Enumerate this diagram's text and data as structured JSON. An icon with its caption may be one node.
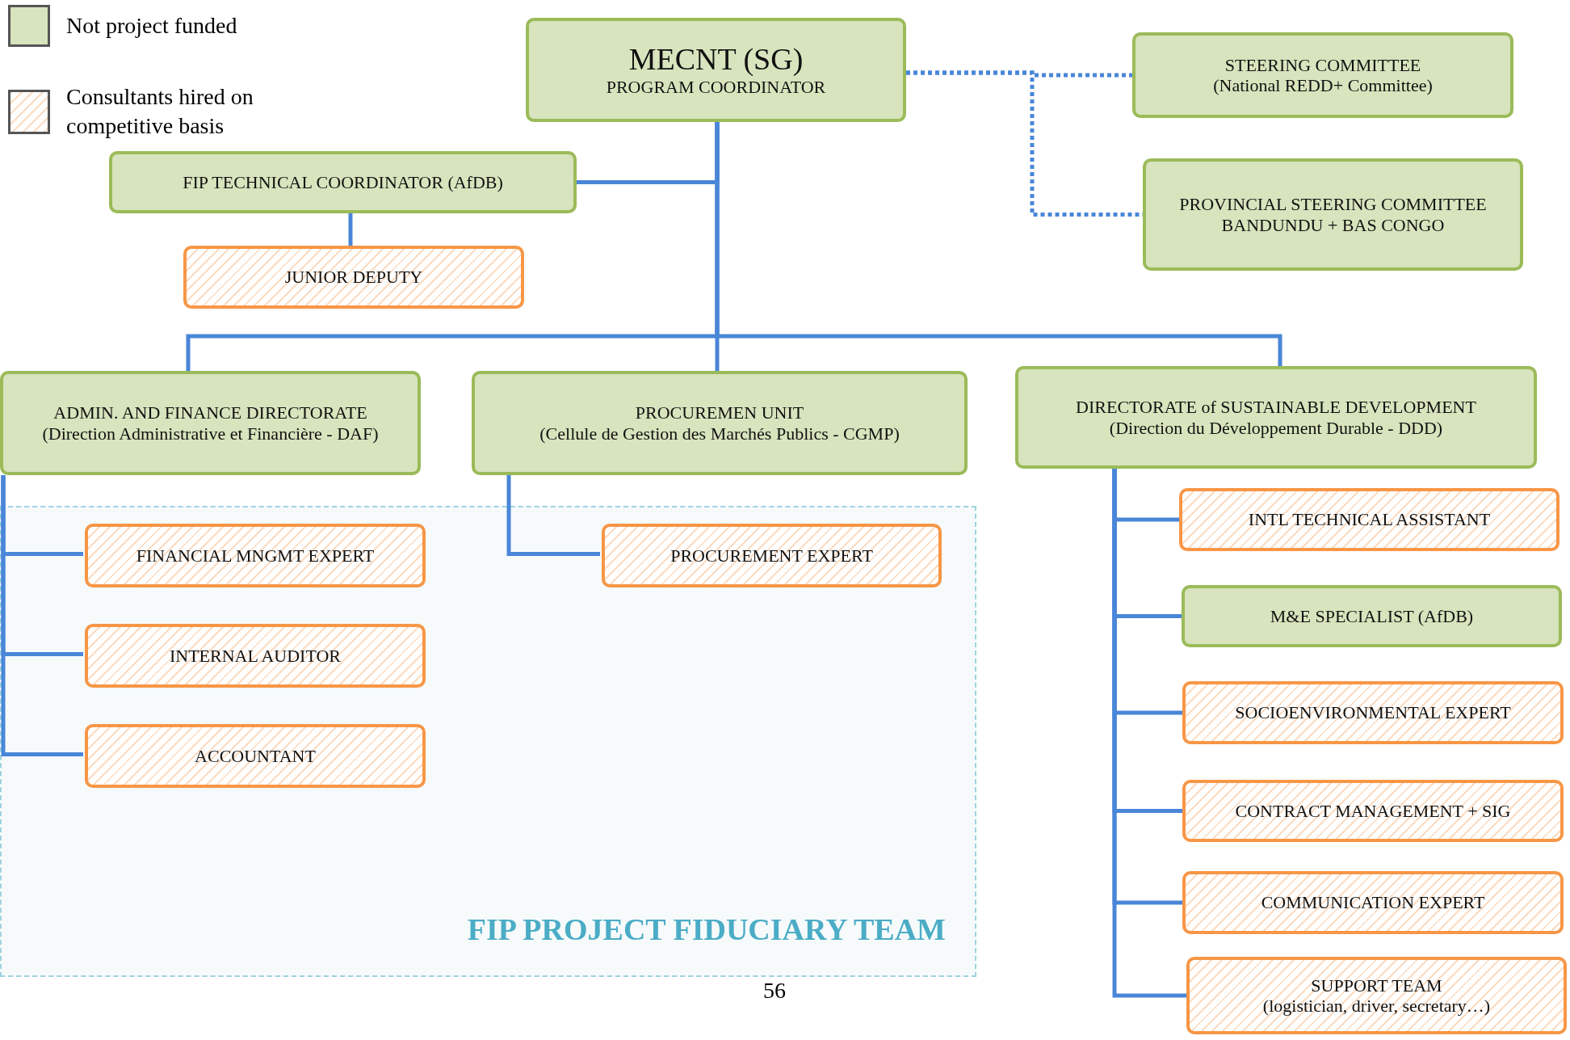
{
  "diagram": {
    "nodes": [
      {
        "text": [
          "MECNT (SG)",
          "PROGRAM COORDINATOR"
        ]
      },
      {
        "text": [
          "STEERING COMMITTEE",
          "(National REDD+ Committee)"
        ]
      },
      {
        "text": [
          "PROVINCIAL STEERING COMMITTEE",
          "BANDUNDU + BAS CONGO"
        ]
      },
      {
        "text": [
          "FIP TECHNICAL COORDINATOR (AfDB)"
        ]
      },
      {
        "text": [
          "JUNIOR DEPUTY"
        ]
      },
      {
        "text": [
          "ADMIN. AND FINANCE DIRECTORATE",
          "(Direction Administrative et Financière - DAF)"
        ]
      },
      {
        "text": [
          "PROCUREMEN UNIT",
          "(Cellule de Gestion des Marchés Publics - CGMP)"
        ]
      },
      {
        "text": [
          "DIRECTORATE of SUSTAINABLE DEVELOPMENT",
          "(Direction du Développement Durable - DDD)"
        ]
      },
      {
        "text": [
          "FIP PROJECT FIDUCIARY TEAM"
        ]
      },
      {
        "text": [
          "FINANCIAL MNGMT EXPERT"
        ],
        "in": 8
      },
      {
        "text": [
          "PROCUREMENT EXPERT"
        ],
        "in": 8
      },
      {
        "text": [
          "INTERNAL AUDITOR"
        ],
        "in": 8
      },
      {
        "text": [
          "ACCOUNTANT"
        ],
        "in": 8
      },
      {
        "text": [
          "INTL TECHNICAL ASSISTANT"
        ]
      },
      {
        "text": [
          "M&E SPECIALIST (AfDB)"
        ]
      },
      {
        "text": [
          "SOCIOENVIRONMENTAL EXPERT"
        ]
      },
      {
        "text": [
          "CONTRACT MANAGEMENT + SIG"
        ]
      },
      {
        "text": [
          "COMMUNICATION EXPERT"
        ]
      },
      {
        "text": [
          "SUPPORT TEAM",
          "(logistician, driver, secretary…)"
        ]
      }
    ],
    "edges": [
      {
        "from": 0,
        "to": 1,
        "arrow": "none",
        "style": "dashed"
      },
      {
        "from": 0,
        "to": 2,
        "arrow": "none",
        "style": "dashed"
      },
      {
        "from": 0,
        "to": 3,
        "arrow": "none"
      },
      {
        "from": 3,
        "to": 4,
        "arrow": "none"
      },
      {
        "from": 0,
        "to": 5,
        "arrow": "none"
      },
      {
        "from": 0,
        "to": 6,
        "arrow": "none"
      },
      {
        "from": 0,
        "to": 7,
        "arrow": "none"
      },
      {
        "from": 5,
        "to": 9,
        "arrow": "none"
      },
      {
        "from": 5,
        "to": 11,
        "arrow": "none"
      },
      {
        "from": 5,
        "to": 12,
        "arrow": "none"
      },
      {
        "from": 6,
        "to": 10,
        "arrow": "none"
      },
      {
        "from": 7,
        "to": 13,
        "arrow": "none"
      },
      {
        "from": 7,
        "to": 14,
        "arrow": "none"
      },
      {
        "from": 7,
        "to": 15,
        "arrow": "none"
      },
      {
        "from": 7,
        "to": 16,
        "arrow": "none"
      },
      {
        "from": 7,
        "to": 17,
        "arrow": "none"
      },
      {
        "from": 7,
        "to": 18,
        "arrow": "none"
      }
    ],
    "labels": [
      "56"
    ],
    "legend": [
      {
        "text": "Not project funded",
        "color": "#d7e4bd"
      },
      {
        "text": "Consultants hired on competitive basis"
      }
    ]
  }
}
